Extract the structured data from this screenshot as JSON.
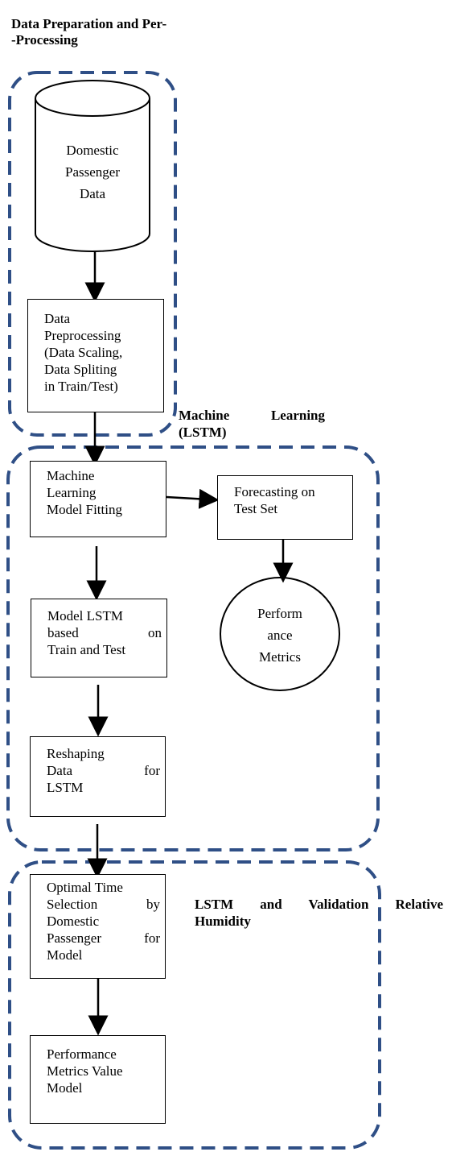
{
  "sections": {
    "prep": {
      "label": "Data Preparation and Per-\n-Processing"
    },
    "ml": {
      "label_1": "Machine",
      "label_2": "Learning",
      "label_3": "(LSTM)"
    },
    "lstm": {
      "label_1": "LSTM and Validation Relative",
      "label_2": "Humidity"
    }
  },
  "nodes": {
    "domestic_data": {
      "lines": [
        "Domestic",
        "Passenger",
        "Data"
      ]
    },
    "preprocessing": {
      "lines": [
        "Data",
        "Preprocessing",
        "(Data Scaling,",
        "Data Spliting",
        "in Train/Test)"
      ]
    },
    "model_fitting": {
      "lines": [
        "Machine",
        "Learning",
        "Model Fitting"
      ]
    },
    "forecasting": {
      "lines": [
        "Forecasting on",
        "Test Set"
      ]
    },
    "performance": {
      "lines": [
        "Perform",
        "ance",
        "Metrics"
      ]
    },
    "model_lstm": {
      "line_1": "Model LSTM",
      "line_2a": "based",
      "line_2b": "on",
      "line_3": "Train and Test"
    },
    "reshaping": {
      "line_1": "Reshaping",
      "line_2a": "Data",
      "line_2b": "for",
      "line_3": "LSTM"
    },
    "optimal_time": {
      "line_1": "Optimal Time",
      "line_2a": "Selection",
      "line_2b": "by",
      "line_3": "Domestic",
      "line_4a": "Passenger",
      "line_4b": "for",
      "line_5": "Model"
    },
    "perf_value": {
      "lines": [
        "Performance",
        "Metrics Value",
        "Model"
      ]
    }
  },
  "colors": {
    "dash_border": "#2f4f86",
    "stroke": "#000000"
  }
}
